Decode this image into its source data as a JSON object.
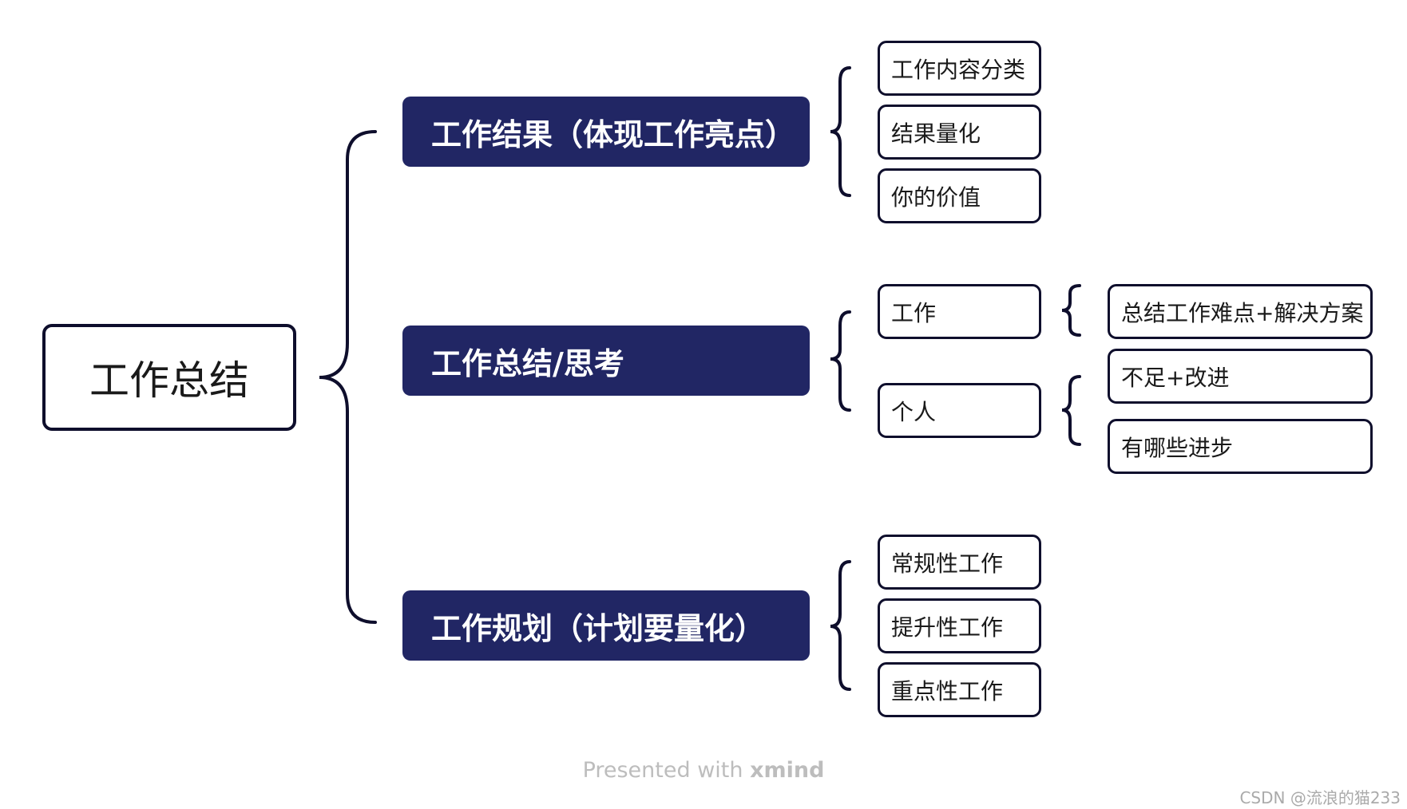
{
  "root": {
    "label": "工作总结"
  },
  "branches": [
    {
      "label": "工作结果（体现工作亮点）",
      "children": [
        {
          "label": "工作内容分类"
        },
        {
          "label": "结果量化"
        },
        {
          "label": "你的价值"
        }
      ]
    },
    {
      "label": "工作总结/思考",
      "children": [
        {
          "label": "工作",
          "children": [
            {
              "label": "总结工作难点+解决方案"
            }
          ]
        },
        {
          "label": "个人",
          "children": [
            {
              "label": "不足+改进"
            },
            {
              "label": "有哪些进步"
            }
          ]
        }
      ]
    },
    {
      "label": "工作规划（计划要量化）",
      "children": [
        {
          "label": "常规性工作"
        },
        {
          "label": "提升性工作"
        },
        {
          "label": "重点性工作"
        }
      ]
    }
  ],
  "footer": {
    "prefix": "Presented with ",
    "brand": "xmind"
  },
  "watermark": "CSDN @流浪的猫233",
  "colors": {
    "main_fill": "#212664",
    "outline": "#0e0e2c",
    "text_dark": "#1a1a1a"
  }
}
